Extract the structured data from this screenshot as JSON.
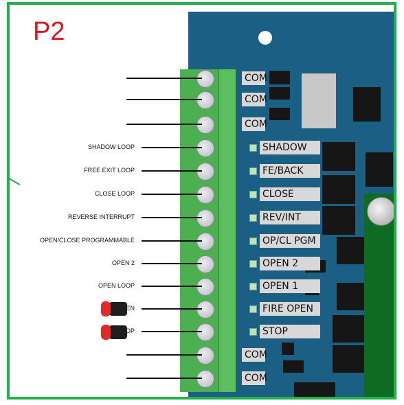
{
  "title": "P2",
  "left_labels": [
    {
      "text": "",
      "row": 0
    },
    {
      "text": "",
      "row": 1
    },
    {
      "text": "",
      "row": 2
    },
    {
      "text": "SHADOW LOOP",
      "row": 3
    },
    {
      "text": "FREE EXIT LOOP",
      "row": 4
    },
    {
      "text": "CLOSE LOOP",
      "row": 5
    },
    {
      "text": "REVERSE INTERRUPT",
      "row": 6
    },
    {
      "text": "OPEN/CLOSE PROGRAMMABLE",
      "row": 7
    },
    {
      "text": "OPEN 2",
      "row": 8
    },
    {
      "text": "OPEN LOOP",
      "row": 9
    },
    {
      "text": "FIRE OPEN",
      "row": 10
    },
    {
      "text": "STOP",
      "row": 11
    },
    {
      "text": "",
      "row": 12
    },
    {
      "text": "",
      "row": 13
    }
  ],
  "board_labels": [
    {
      "text": "COM",
      "row": 0
    },
    {
      "text": "COM",
      "row": 1
    },
    {
      "text": "COM",
      "row": 2
    },
    {
      "text": "SHADOW",
      "row": 3
    },
    {
      "text": "FE/BACK",
      "row": 4
    },
    {
      "text": "CLOSE",
      "row": 5
    },
    {
      "text": "REV/INT",
      "row": 6
    },
    {
      "text": "OP/CL PGM",
      "row": 7
    },
    {
      "text": "OPEN 2",
      "row": 8
    },
    {
      "text": "OPEN 1",
      "row": 9
    },
    {
      "text": "FIRE OPEN",
      "row": 10
    },
    {
      "text": "STOP",
      "row": 11
    },
    {
      "text": "COM",
      "row": 12
    },
    {
      "text": "COM",
      "row": 13
    }
  ],
  "colors": {
    "frame": "#22b14c",
    "title": "#e0161b",
    "board": "#1b5f85",
    "terminal": "#4caf50"
  },
  "icons": [
    "push-button-fire-open",
    "push-button-stop",
    "mounting-bolt"
  ]
}
